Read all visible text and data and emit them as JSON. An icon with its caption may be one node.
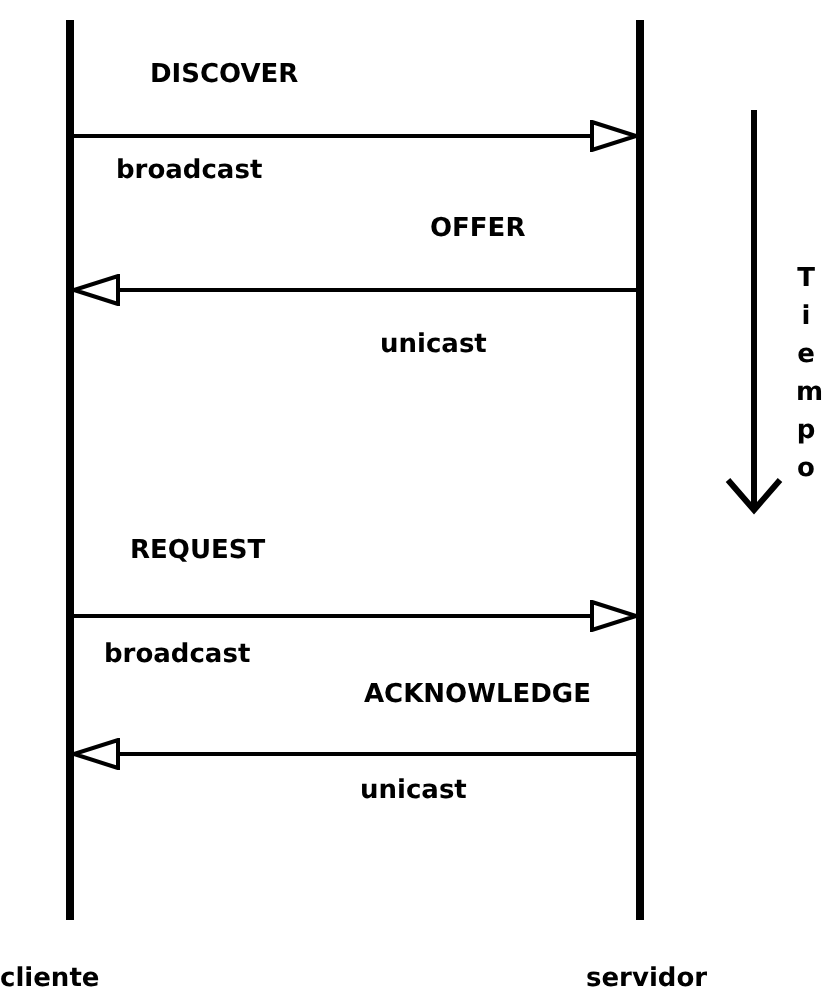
{
  "diagram": {
    "nodes": [
      {
        "text": [
          "cliente"
        ]
      },
      {
        "text": [
          "servidor"
        ]
      }
    ],
    "edges": [
      {
        "from": 0,
        "to": 1,
        "arrow": "to",
        "label": "DISCOVER"
      },
      {
        "from": 1,
        "to": 0,
        "arrow": "to",
        "label": "OFFER"
      },
      {
        "from": 0,
        "to": 1,
        "arrow": "to",
        "label": "REQUEST"
      },
      {
        "from": 1,
        "to": 0,
        "arrow": "to",
        "label": "ACKNOWLEDGE"
      }
    ],
    "labels": [
      "broadcast",
      "unicast",
      "broadcast",
      "unicast",
      "Tiempo"
    ]
  }
}
